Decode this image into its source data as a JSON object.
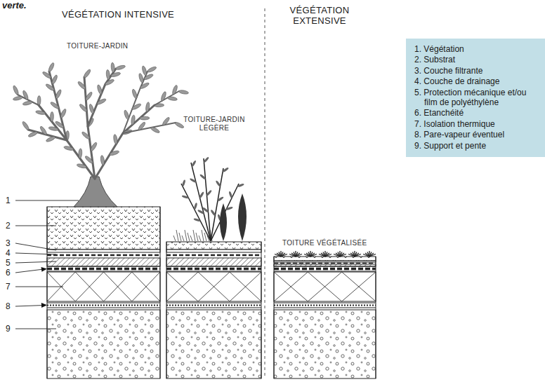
{
  "diagram": {
    "nodes": [
      {
        "text": [
          "1. Végétation",
          "2. Substrat",
          "3. Couche filtrante",
          "4. Couche de drainage",
          "5. Protection mécanique et/ou film de polyéthylène",
          "6. Etanchéité",
          "7. Isolation thermique",
          "8. Pare-vapeur éventuel",
          "9. Support et pente"
        ]
      }
    ],
    "labels": [
      "verte.",
      "VÉGÉTATION INTENSIVE",
      "VÉGÉTATION EXTENSIVE",
      "TOITURE-JARDIN",
      "TOITURE-JARDIN LÉGÈRE",
      "TOITURE VÉGÉTALISÉE",
      "1",
      "2",
      "3",
      "4",
      "5",
      "6",
      "7",
      "8",
      "9"
    ]
  }
}
